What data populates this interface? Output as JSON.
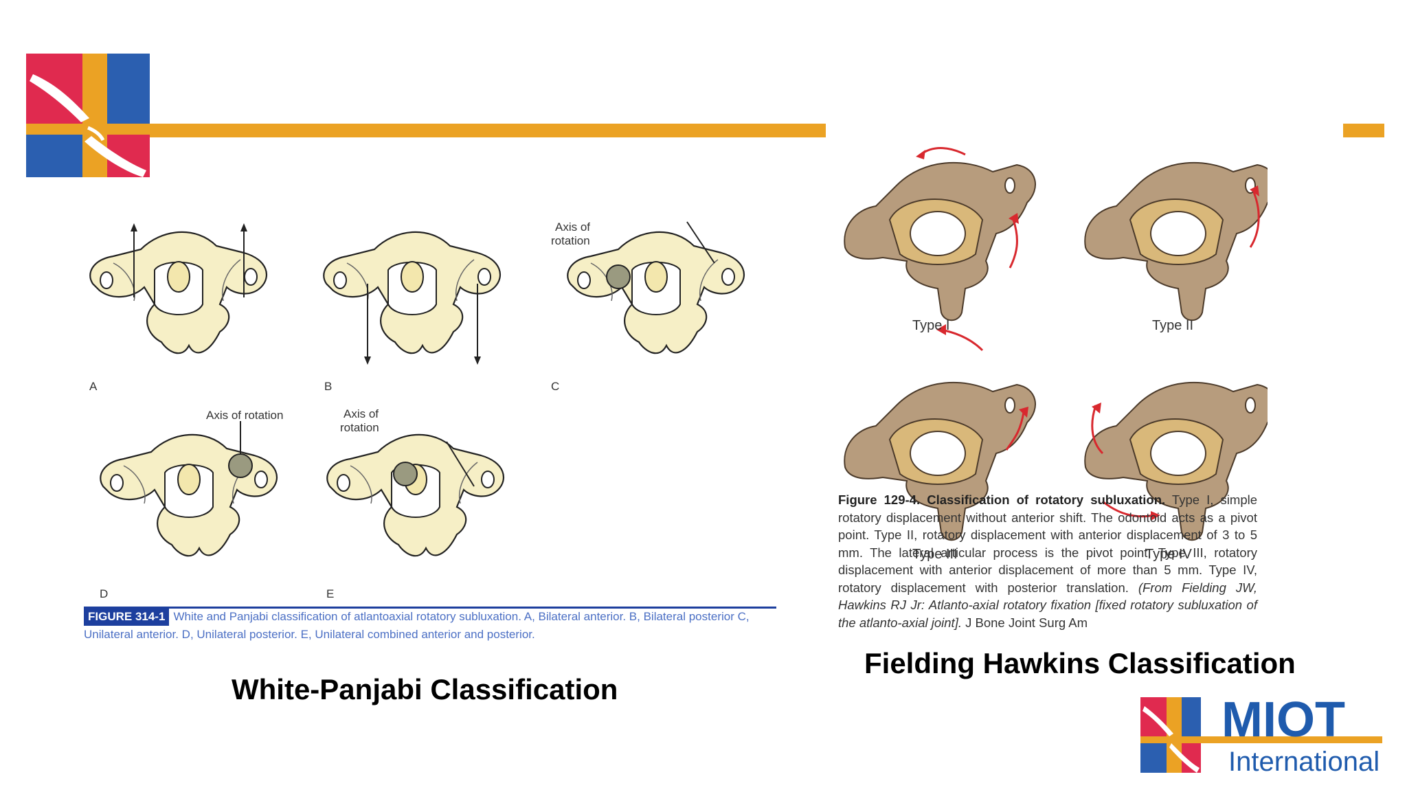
{
  "left_figure": {
    "panels": [
      "A",
      "B",
      "C",
      "D",
      "E"
    ],
    "axis_label_c": "Axis of\nrotation",
    "axis_label_d": "Axis of rotation",
    "axis_label_e": "Axis of\nrotation",
    "caption_tag": "FIGURE 314-1",
    "caption_text": "White and Panjabi classification of atlantoaxial rotatory subluxation. A, Bilateral anterior. B, Bilateral posterior C, Unilateral anterior. D, Unilateral posterior. E, Unilateral combined anterior and posterior."
  },
  "right_figure": {
    "types": [
      "Type I",
      "Type II",
      "Type III",
      "Type IV"
    ],
    "caption_bold": "Figure 129-4.  Classification of rotatory subluxation.",
    "caption_text": " Type I, simple rotatory displacement without anterior shift. The odontoid acts as a pivot point. Type II, rotatory displacement with anterior displacement of 3 to 5 mm. The lateral articular process is the pivot point. Type III, rotatory displacement with anterior displacement of more than 5 mm. Type IV, rotatory displacement with posterior translation. ",
    "caption_italic": "(From Fielding JW, Hawkins RJ Jr: Atlanto-axial rotatory fixation [fixed rotatory subluxation of the atlanto-axial joint].",
    "caption_tail": " J Bone Joint Surg Am"
  },
  "titles": {
    "left": "White-Panjabi Classification",
    "right": "Fielding Hawkins Classification"
  },
  "brand": {
    "name": "MIOT",
    "subtitle": "International"
  },
  "colors": {
    "accent_orange": "#eba224",
    "brand_red": "#e02a4f",
    "brand_blue": "#2b5fb0",
    "bone_light": "#f6efc6",
    "bone_brown": "#a88a6a"
  }
}
